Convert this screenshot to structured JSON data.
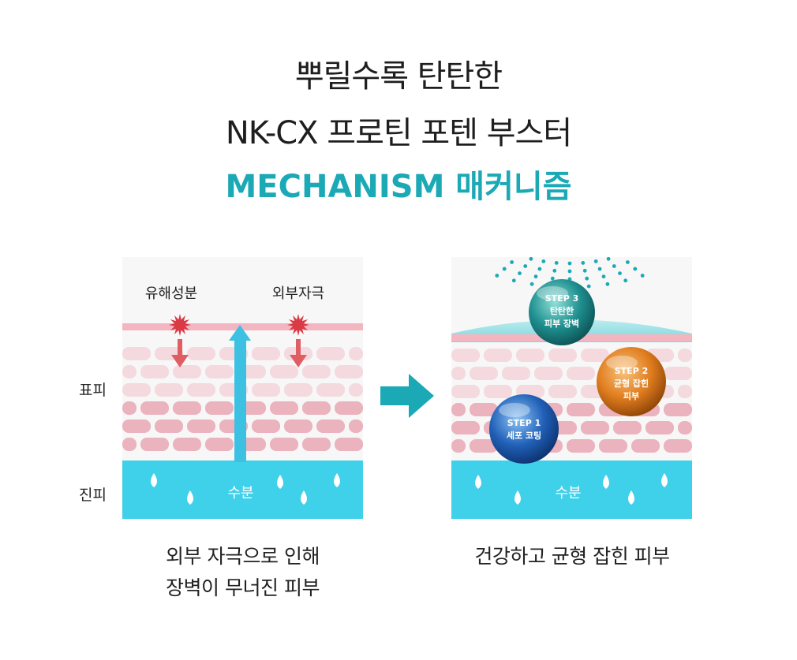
{
  "title": {
    "line1": "뿌릴수록 탄탄한",
    "line2": "NK-CX 프로틴 포텐 부스터",
    "line3": "MECHANISM 매커니즘"
  },
  "labels": {
    "epidermis": "표피",
    "dermis": "진피"
  },
  "left_panel": {
    "harmful": "유해성분",
    "external": "외부자극",
    "moisture": "수분",
    "caption_line1": "외부 자극으로 인해",
    "caption_line2": "장벽이 무너진 피부"
  },
  "right_panel": {
    "moisture": "수분",
    "caption": "건강하고 균형 잡힌 피부",
    "steps": [
      {
        "title": "STEP 1",
        "line1": "세포 코팅",
        "line2": ""
      },
      {
        "title": "STEP 2",
        "line1": "균형 잡힌",
        "line2": "피부"
      },
      {
        "title": "STEP 3",
        "line1": "탄탄한",
        "line2": "피부 장벽"
      }
    ]
  },
  "colors": {
    "accent": "#1ba9b6",
    "water": "#3fd0ea",
    "skin_cell": "#f1c9cf",
    "barrier_line": "#f3b6c1",
    "star": "#d93a45"
  }
}
